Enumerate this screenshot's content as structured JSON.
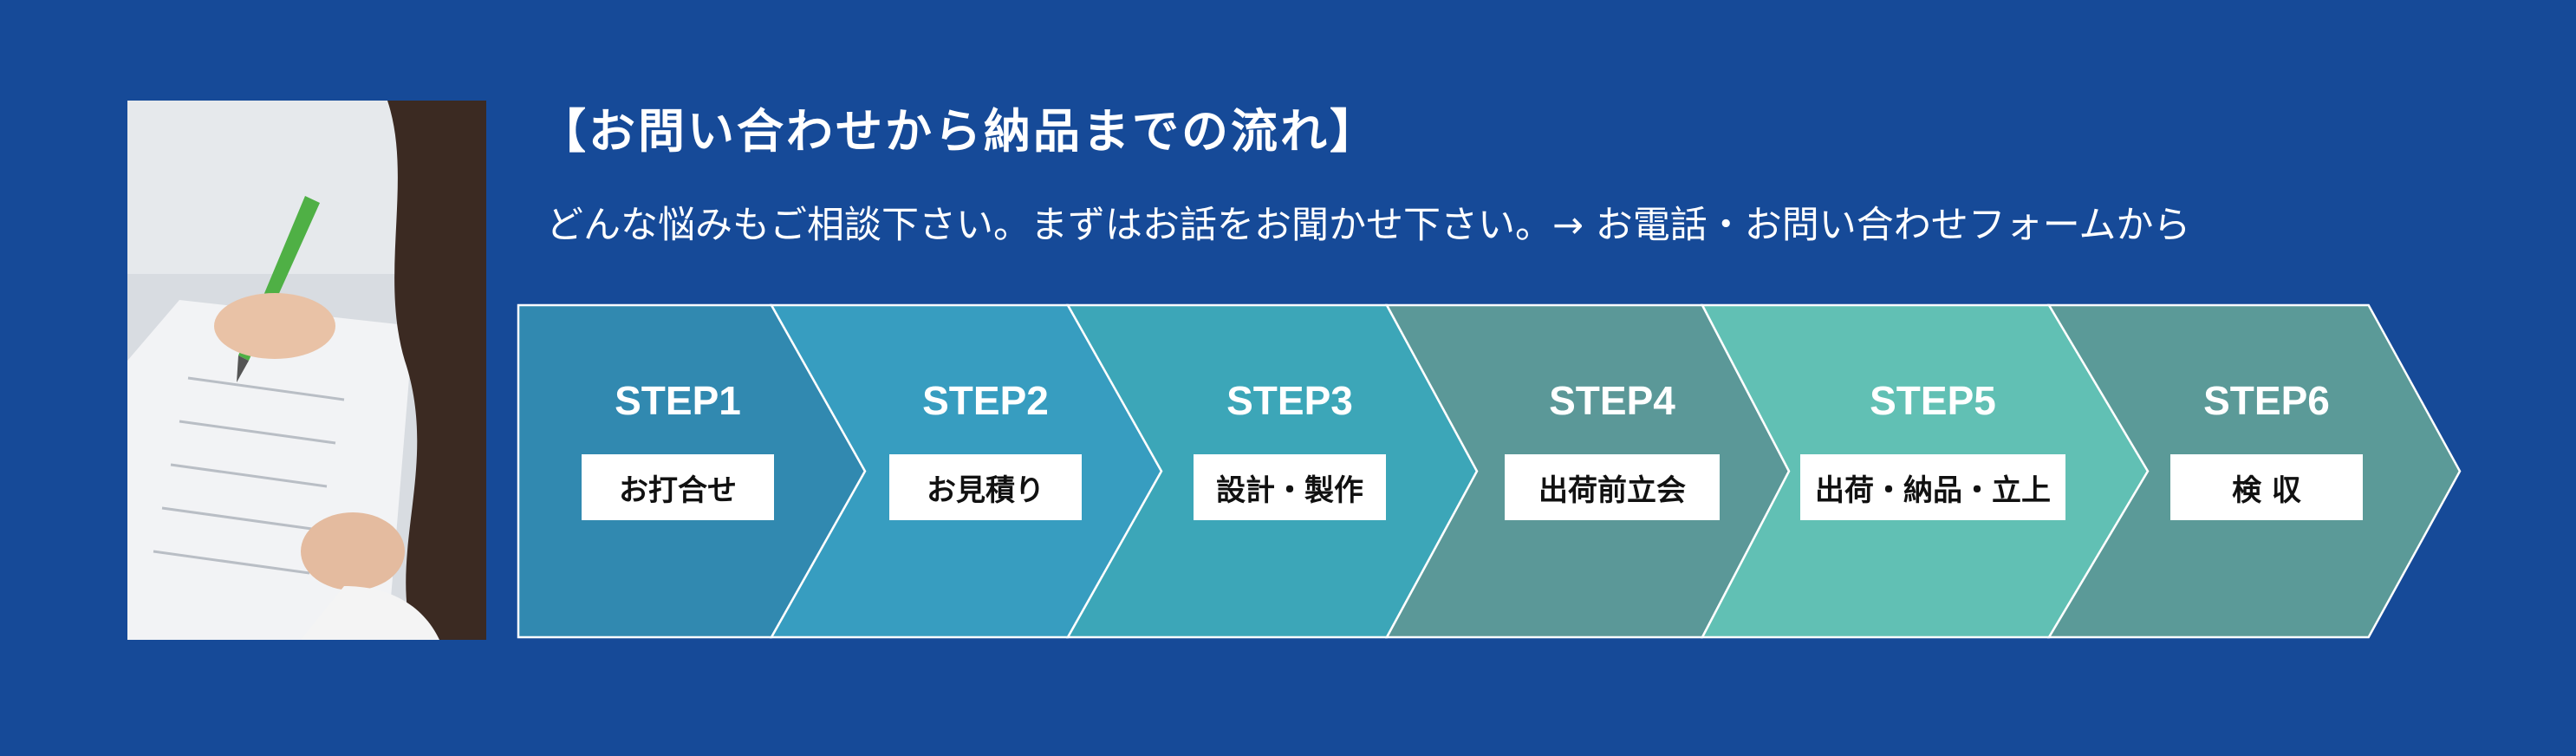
{
  "title": "【お問い合わせから納品までの流れ】",
  "subtitle": "どんな悩みもご相談下さい。まずはお話をお聞かせ下さい。→ お電話・お問い合わせフォームから",
  "colors": {
    "background": "#164a98",
    "step_label_text": "#ffffff",
    "box_fill": "#ffffff",
    "box_text": "#111111"
  },
  "steps": [
    {
      "step": "STEP1",
      "label": "お打合せ",
      "color": "#3189b0"
    },
    {
      "step": "STEP2",
      "label": "お見積り",
      "color": "#379dc0"
    },
    {
      "step": "STEP3",
      "label": "設計・製作",
      "color": "#3ca6b8"
    },
    {
      "step": "STEP4",
      "label": "出荷前立会",
      "color": "#5b9898"
    },
    {
      "step": "STEP5",
      "label": "出荷・納品・立上",
      "color": "#61c0b4"
    },
    {
      "step": "STEP6",
      "label": "検 収",
      "color": "#5b9a98"
    }
  ]
}
